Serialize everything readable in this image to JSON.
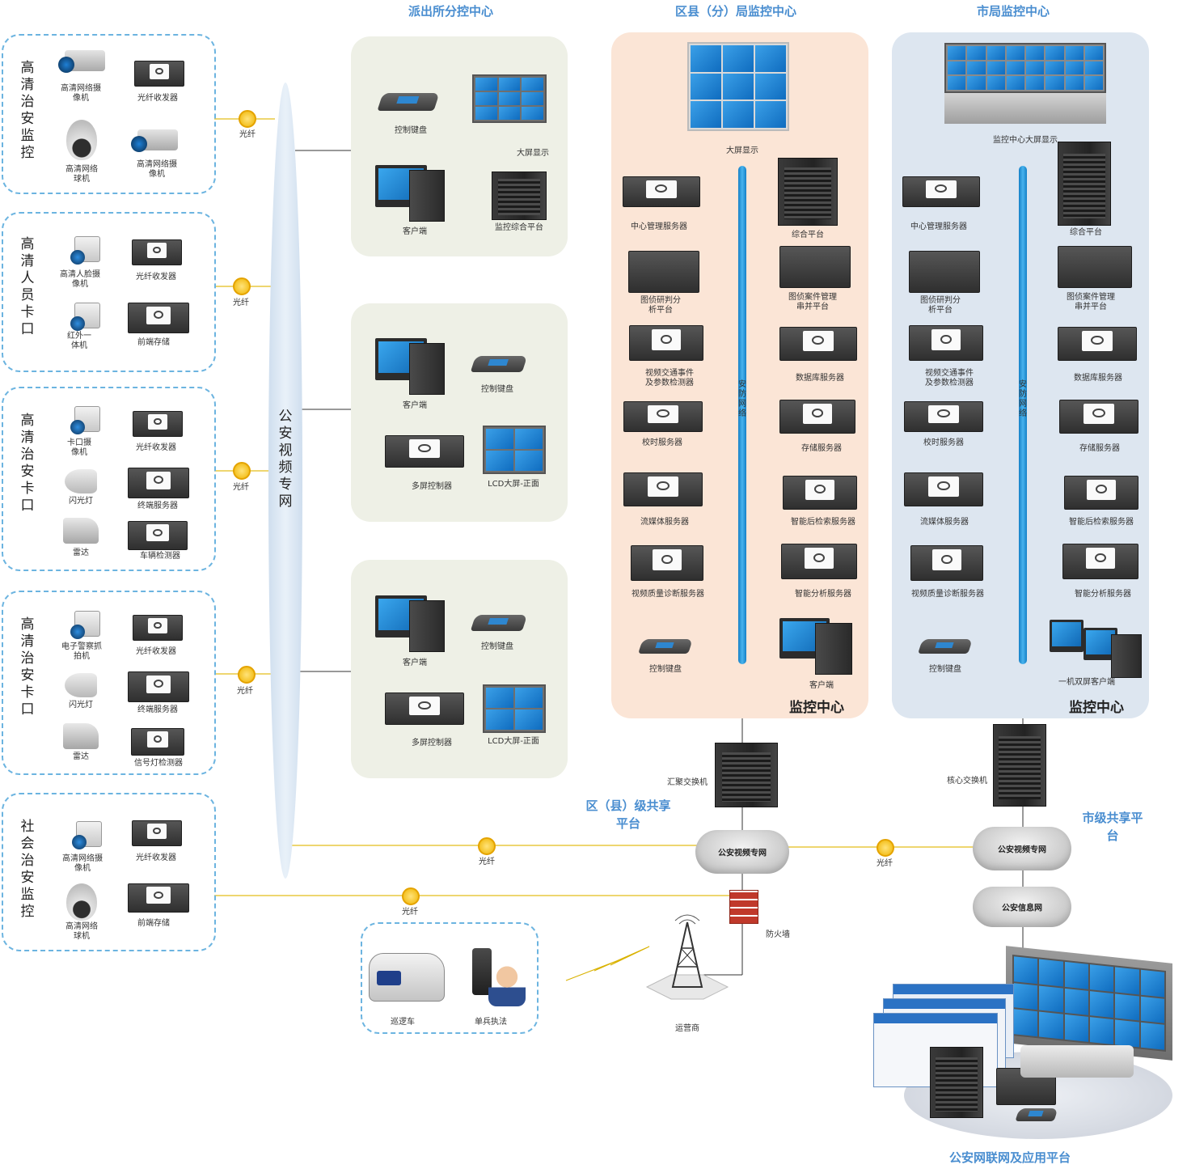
{
  "headers": {
    "police_station": "派出所分控中心",
    "district": "区县（分）局监控中心",
    "city": "市局监控中心"
  },
  "left_groups": [
    {
      "title": "高清治安监控",
      "devices": [
        "高清网络摄像机",
        "光纤收发器",
        "高清网络球机",
        "高清网络摄像机"
      ]
    },
    {
      "title": "高清人员卡口",
      "devices": [
        "高清人脸摄像机",
        "光纤收发器",
        "红外一体机",
        "前端存储"
      ]
    },
    {
      "title": "高清治安卡口",
      "devices": [
        "卡口摄像机",
        "光纤收发器",
        "闪光灯",
        "终端服务器",
        "雷达",
        "车辆检测器"
      ]
    },
    {
      "title": "高清治安卡口",
      "devices": [
        "电子警察抓拍机",
        "光纤收发器",
        "闪光灯",
        "终端服务器",
        "雷达",
        "信号灯检测器"
      ]
    },
    {
      "title": "社会治安监控",
      "devices": [
        "高清网络摄像机",
        "光纤收发器",
        "高清网络球机",
        "前端存储"
      ]
    }
  ],
  "fiber_label": "光纤",
  "backbone_label": "公安视频专网",
  "police_panels": [
    {
      "items": [
        "控制键盘",
        "大屏显示",
        "客户端",
        "监控综合平台"
      ]
    },
    {
      "items": [
        "客户端",
        "控制键盘",
        "多屏控制器",
        "LCD大屏-正面"
      ]
    },
    {
      "items": [
        "客户端",
        "控制键盘",
        "多屏控制器",
        "LCD大屏-正面"
      ]
    }
  ],
  "district_center": {
    "top_label": "大屏显示",
    "bus_label": "安防网络",
    "left": [
      "中心管理服务器",
      "图侦研判分析平台",
      "视频交通事件及参数检测器",
      "校时服务器",
      "流媒体服务器",
      "视频质量诊断服务器",
      "控制键盘"
    ],
    "right": [
      "综合平台",
      "图侦案件管理串并平台",
      "数据库服务器",
      "存储服务器",
      "智能后检索服务器",
      "智能分析服务器",
      "客户端"
    ],
    "footer": "监控中心"
  },
  "city_center": {
    "top_label": "监控中心大屏显示",
    "bus_label": "安防网络",
    "left": [
      "中心管理服务器",
      "图侦研判分析平台",
      "视频交通事件及参数检测器",
      "校时服务器",
      "流媒体服务器",
      "视频质量诊断服务器",
      "控制键盘"
    ],
    "right": [
      "综合平台",
      "图侦案件管理串并平台",
      "数据库服务器",
      "存储服务器",
      "智能后检索服务器",
      "智能分析服务器",
      "一机双屏客户端"
    ],
    "footer": "监控中心"
  },
  "bottom": {
    "agg_switch": "汇聚交换机",
    "core_switch": "核心交换机",
    "district_share": "区（县）级共享平台",
    "city_share": "市级共享平台",
    "cloud1": "公安视频专网",
    "cloud2": "公安视频专网",
    "cloud3": "公安信息网",
    "firewall": "防火墙",
    "operator": "运营商",
    "patrol_car": "巡逻车",
    "single_officer": "单兵执法",
    "platform": "公安网联网及应用平台"
  },
  "colors": {
    "fiber_line": "#e8c840",
    "bus": "#2a9ad8",
    "dashed": "#6cb4e0",
    "title_blue": "#4a8ed0",
    "police_panel": "#eef0e6",
    "district_panel": "#fbe5d6",
    "city_panel": "#dde6f0"
  }
}
